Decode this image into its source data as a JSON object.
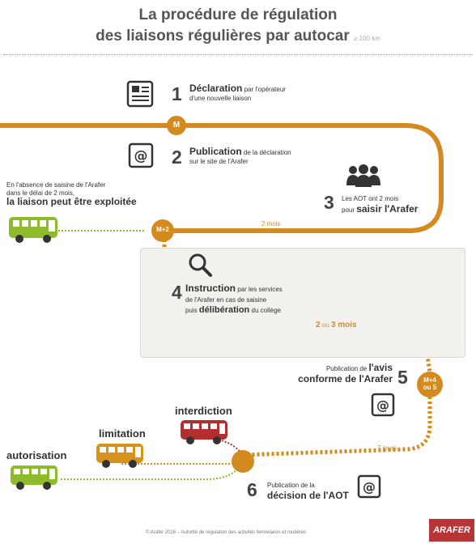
{
  "title": {
    "line1": "La procédure de régulation",
    "line2": "des liaisons régulières par autocar",
    "note": "≥ 100 km"
  },
  "steps": {
    "s1": {
      "num": "1",
      "title": "Déclaration",
      "rest": "par l'opérateur",
      "line2": "d'une nouvelle liaison"
    },
    "s2": {
      "num": "2",
      "title": "Publication",
      "rest": "de la déclaration",
      "line2": "sur le site de l'Arafer"
    },
    "s3": {
      "num": "3",
      "line1": "Les AOT ont 2 mois",
      "pre": "pour",
      "title": "saisir l'Arafer"
    },
    "s4": {
      "num": "4",
      "title": "Instruction",
      "rest": "par les services",
      "line2": "de l'Arafer en cas de saisine",
      "pre3": "puis",
      "title3": "délibération",
      "rest3": "du collège"
    },
    "s5": {
      "num": "5",
      "line1": "Publication de",
      "title": "l'avis",
      "line2": "conforme de l'Arafer"
    },
    "s6": {
      "num": "6",
      "line1": "Publication de la",
      "title": "décision de l'AOT"
    }
  },
  "nodes": {
    "m": "M",
    "m2": "M+2",
    "m45_line1": "M+4",
    "m45_line2": "ou 5"
  },
  "durations": {
    "d1": "2 mois",
    "d2_pre": "2",
    "d2_mid": "ou",
    "d2_post": "3 mois",
    "d3": "7 jours"
  },
  "left_note": {
    "line1": "En l'absence de saisine de l'Arafer",
    "line2": "dans le délai de 2 mois,",
    "line3": "la liaison peut être exploitée"
  },
  "outcomes": {
    "interdiction": "interdiction",
    "limitation": "limitation",
    "autorisation": "autorisation"
  },
  "footer": "© Arafer 2016 – Autorité de régulation des activités ferroviaires et routières",
  "logo": "ARAFER",
  "colors": {
    "track": "#d48a1f",
    "green": "#8dbb2c",
    "red": "#b32e2e",
    "orange": "#d7921e"
  }
}
